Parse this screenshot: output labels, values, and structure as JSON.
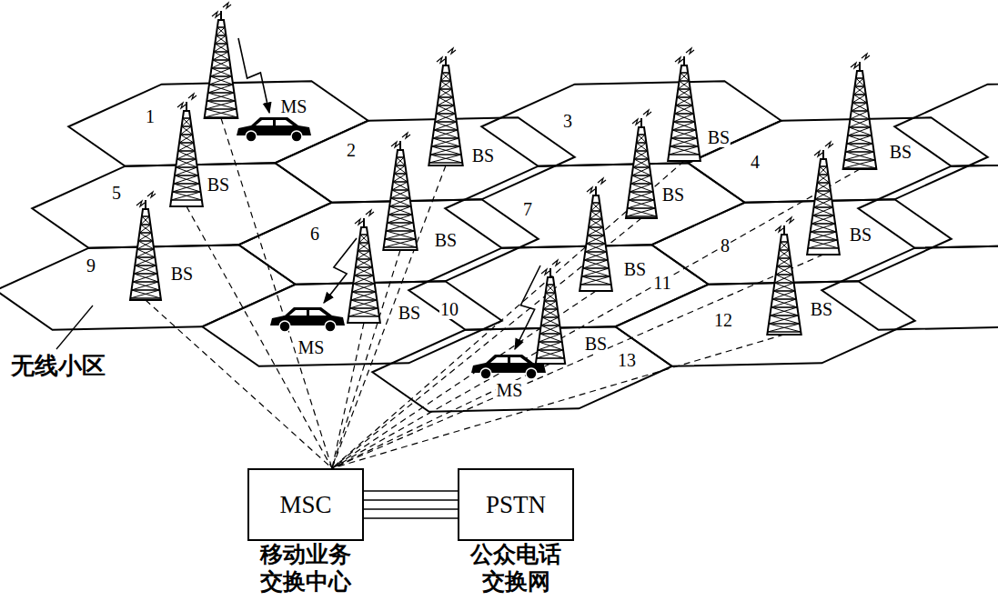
{
  "diagram": {
    "nodes": [
      {
        "text": [
          "MSC",
          "移动业务 交换中心"
        ]
      },
      {
        "text": [
          "PSTN",
          "公众电话 交换网"
        ]
      }
    ],
    "edges": [
      {
        "from": 0,
        "to": 1,
        "arrow": "none"
      }
    ],
    "labels": [
      "1",
      "2",
      "3",
      "4",
      "5",
      "6",
      "7",
      "8",
      "9",
      "10",
      "11",
      "12",
      "13",
      "BS",
      "BS",
      "BS",
      "BS",
      "BS",
      "BS",
      "BS",
      "BS",
      "BS",
      "BS",
      "BS",
      "BS",
      "MS",
      "MS",
      "MS",
      "无线小区"
    ]
  }
}
